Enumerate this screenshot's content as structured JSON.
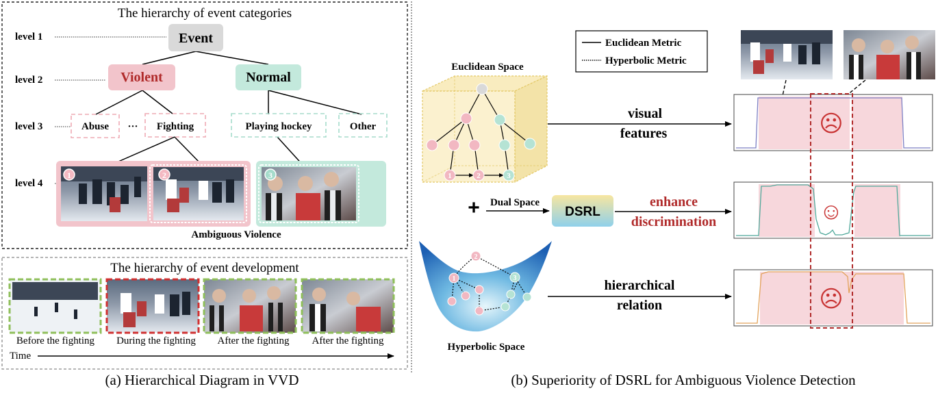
{
  "panel_a": {
    "caption": "(a) Hierarchical Diagram in VVD",
    "hierarchy_title": "The hierarchy of event categories",
    "levels": [
      "level 1",
      "level 2",
      "level 3",
      "level 4"
    ],
    "nodes": {
      "event": "Event",
      "violent": "Violent",
      "normal": "Normal",
      "abuse": "Abuse",
      "ellipsis": "···",
      "fighting": "Fighting",
      "playing_hockey": "Playing hockey",
      "other": "Other"
    },
    "clip_numbers": [
      "1",
      "2",
      "3"
    ],
    "ambiguous_label": "Ambiguous Violence",
    "development_title": "The hierarchy of event development",
    "frames": [
      "Before the fighting",
      "During the fighting",
      "After the fighting",
      "After the fighting"
    ],
    "time_label": "Time"
  },
  "panel_b": {
    "caption": "(b) Superiority of DSRL for Ambiguous Violence Detection",
    "legend": [
      "Euclidean Metric",
      "Hyperbolic Metric"
    ],
    "euclidean_space": "Euclidean Space",
    "hyperbolic_space": "Hyperbolic Space",
    "cube_nodes": [
      "1",
      "2",
      "3"
    ],
    "hyper_nodes": [
      "1",
      "2",
      "3"
    ],
    "visual_features": [
      "visual",
      "features"
    ],
    "plus": "+",
    "dual_space": "Dual Space",
    "dsrl": "DSRL",
    "enhance": [
      "enhance",
      "discrimination"
    ],
    "hierarchical_relation": [
      "hierarchical",
      "relation"
    ],
    "faces": [
      "☹",
      "☺",
      "☹"
    ]
  },
  "colors": {
    "violent": "#f2c4cb",
    "normal": "#c3e9dc",
    "event": "#d9d9d9",
    "red_accent": "#b02a2a",
    "frame_green": "#8fbf5a",
    "frame_red": "#d03030",
    "cube_fill": "#fbf1cf",
    "dsrl_top": "#f7e6a0",
    "dsrl_bottom": "#9ad3ea"
  }
}
